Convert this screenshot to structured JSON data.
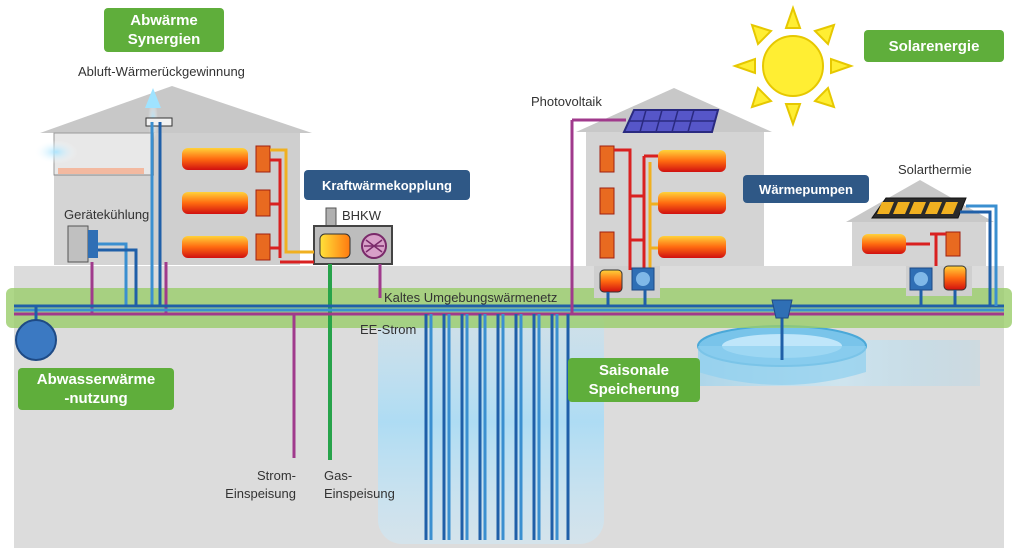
{
  "colors": {
    "ground": "#dcdcdc",
    "house": "#d0d0d0",
    "roof": "#c8c8c8",
    "green_box": "#5fae3b",
    "blue_box": "#2f5886",
    "pipe_blue": "#1f5fa8",
    "pipe_light": "#3a8fd0",
    "pipe_purple": "#a03a8c",
    "pipe_green": "#27a34a",
    "pipe_red": "#d92020",
    "pipe_yellow": "#f0b020",
    "sun": "#ffee33",
    "network_band": "#9acd6a"
  },
  "icons": [
    "sun-icon",
    "pv-panel-icon",
    "solar-collector-icon",
    "heat-pump-icon",
    "radiator-icon",
    "bhkw-engine-icon",
    "wastewater-pump-icon",
    "storage-basin-icon",
    "exhaust-arrow-icon",
    "cooling-unit-icon"
  ],
  "labels": {
    "abwaerme_synergien": [
      "Abwärme",
      "Synergien"
    ],
    "solarenergie": "Solarenergie",
    "abluft": "Abluft-Wärmerückgewinnung",
    "photovoltaik": "Photovoltaik",
    "kraftwaermekopplung": "Kraftwärmekopplung",
    "bhkw": "BHKW",
    "waermepumpen": "Wärmepumpen",
    "solarthermie": "Solarthermie",
    "geraetekuehlung": "Gerätekühlung",
    "kaltes_netz": "Kaltes  Umgebungswärmenetz",
    "ee_strom": "EE-Strom",
    "abwasser": [
      "Abwasserwärme",
      "-nutzung"
    ],
    "saisonale": [
      "Saisonale",
      "Speicherung"
    ],
    "strom_einspeisung": [
      "Strom-",
      "Einspeisung"
    ],
    "gas_einspeisung": [
      "Gas-",
      "Einspeisung"
    ]
  }
}
